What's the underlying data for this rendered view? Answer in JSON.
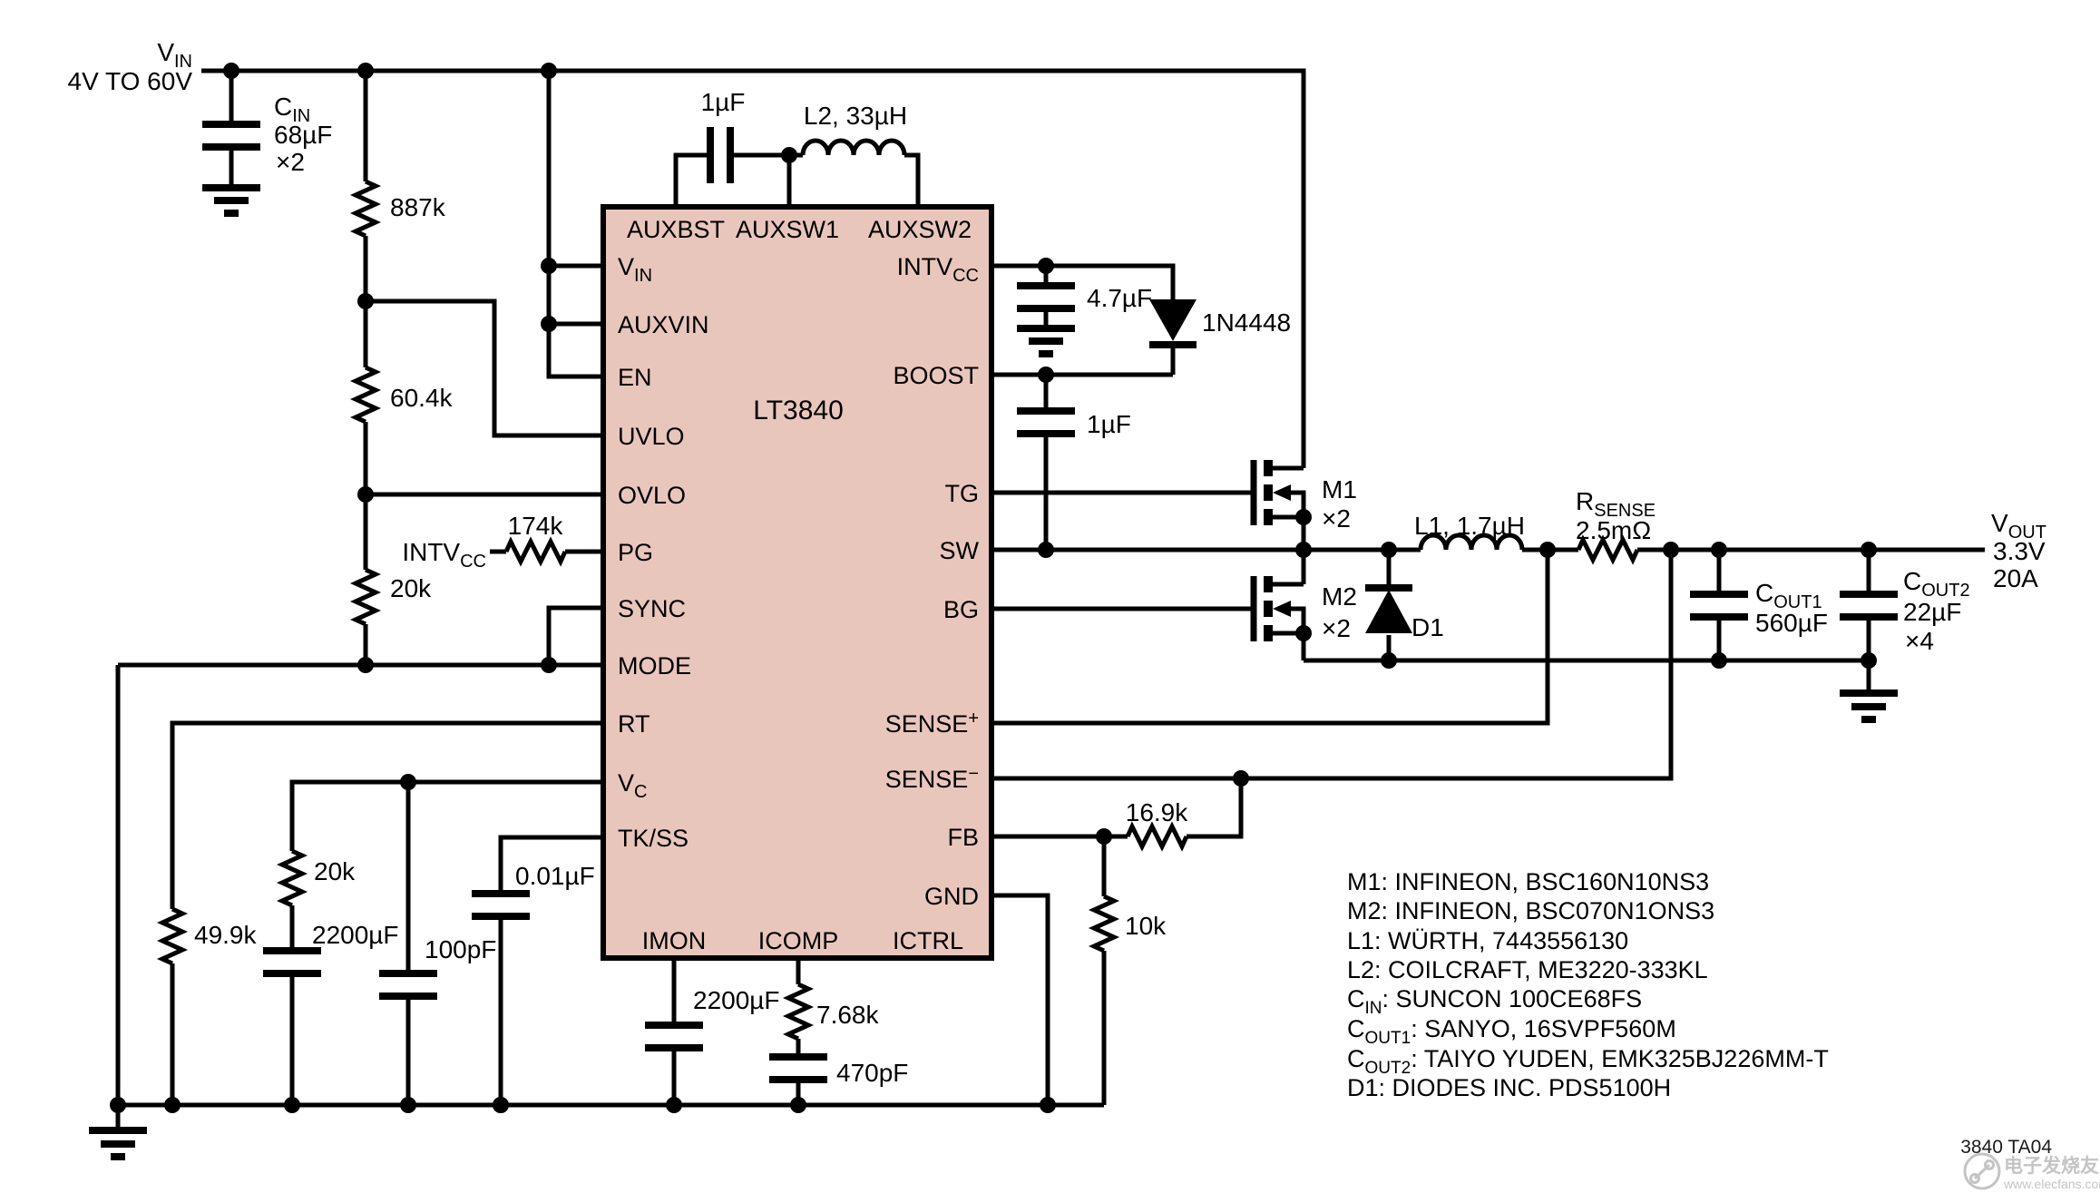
{
  "schematic": {
    "ic": {
      "part": "LT3840",
      "top_pins": {
        "auxbst": "AUXBST",
        "auxsw1": "AUXSW1",
        "auxsw2": "AUXSW2"
      },
      "left_pins": {
        "vin_main": "V",
        "vin_sub": "IN",
        "auxvin": "AUXVIN",
        "en": "EN",
        "uvlo": "UVLO",
        "ovlo": "OVLO",
        "pg": "PG",
        "sync": "SYNC",
        "mode": "MODE",
        "rt": "RT",
        "vc_main": "V",
        "vc_sub": "C",
        "tkss": "TK/SS"
      },
      "right_pins": {
        "intvcc_main": "INTV",
        "intvcc_sub": "CC",
        "boost": "BOOST",
        "tg": "TG",
        "sw": "SW",
        "bg": "BG",
        "sensep_main": "SENSE",
        "sensep_sup": "+",
        "sensen_main": "SENSE",
        "sensen_sup": "−",
        "fb": "FB",
        "gnd": "GND"
      },
      "bottom_pins": {
        "imon": "IMON",
        "icomp": "ICOMP",
        "ictrl": "ICTRL"
      }
    },
    "input": {
      "net_main": "V",
      "net_sub": "IN",
      "range": "4V TO 60V"
    },
    "output": {
      "net_main": "V",
      "net_sub": "OUT",
      "voltage": "3.3V",
      "current": "20A"
    },
    "intvcc_net": {
      "main": "INTV",
      "sub": "CC"
    },
    "components": {
      "cin_ref_main": "C",
      "cin_ref_sub": "IN",
      "cin_value": "68µF",
      "cin_qty": "×2",
      "r887k": "887k",
      "r60k4": "60.4k",
      "r20k_ovlo": "20k",
      "r174k": "174k",
      "r49k9": "49.9k",
      "r20k_vc": "20k",
      "c2200_vc": "2200µF",
      "c100p": "100pF",
      "c10n": "0.01µF",
      "c2200_imon": "2200µF",
      "r7k68": "7.68k",
      "c470p": "470pF",
      "r10k": "10k",
      "r16k9": "16.9k",
      "c1u_aux": "1µF",
      "l2": "L2, 33µH",
      "c4u7": "4.7µF",
      "d2": "1N4448",
      "c1u_boost": "1µF",
      "m1_ref": "M1",
      "m1_qty": "×2",
      "m2_ref": "M2",
      "m2_qty": "×2",
      "d1_ref": "D1",
      "l1": "L1, 1.7µH",
      "rsense_main": "R",
      "rsense_sub": "SENSE",
      "rsense_value": "2.5mΩ",
      "cout1_main": "C",
      "cout1_sub": "OUT1",
      "cout1_value": "560µF",
      "cout2_main": "C",
      "cout2_sub": "OUT2",
      "cout2_value": "22µF",
      "cout2_qty": "×4"
    },
    "bom": [
      {
        "ref": "M1",
        "sub": "",
        "desc": ": INFINEON, BSC160N10NS3"
      },
      {
        "ref": "M2",
        "sub": "",
        "desc": ": INFINEON, BSC070N1ONS3"
      },
      {
        "ref": "L1",
        "sub": "",
        "desc": ": WÜRTH, 7443556130"
      },
      {
        "ref": "L2",
        "sub": "",
        "desc": ": COILCRAFT, ME3220-333KL"
      },
      {
        "ref": "C",
        "sub": "IN",
        "desc": ": SUNCON 100CE68FS"
      },
      {
        "ref": "C",
        "sub": "OUT1",
        "desc": ": SANYO, 16SVPF560M"
      },
      {
        "ref": "C",
        "sub": "OUT2",
        "desc": ": TAIYO YUDEN, EMK325BJ226MM-T"
      },
      {
        "ref": "D1",
        "sub": "",
        "desc": ": DIODES INC. PDS5100H"
      }
    ],
    "footer": "3840 TA04",
    "watermark": {
      "brand": "电子发烧友",
      "url": "www.elecfans.com"
    },
    "colors": {
      "ic_fill": "#e9c6bc",
      "wire": "#000000",
      "watermark": "#c4c4c4"
    }
  }
}
